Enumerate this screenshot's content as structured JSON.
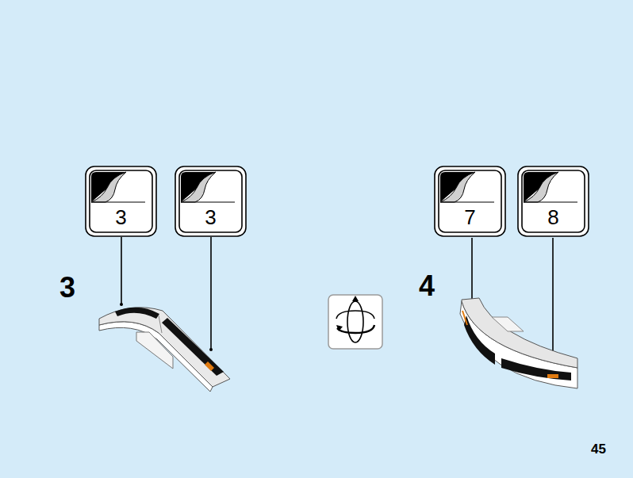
{
  "diagram": {
    "nodes": [
      {
        "text": [
          "3"
        ]
      },
      {
        "text": [
          "3"
        ]
      },
      {
        "text": [
          "7"
        ]
      },
      {
        "text": [
          "8"
        ]
      }
    ],
    "labels": [
      "3",
      "4",
      "45"
    ]
  }
}
